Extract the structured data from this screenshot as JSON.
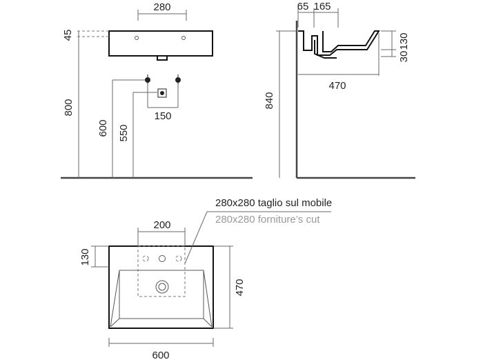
{
  "front_view": {
    "dims": {
      "width_top": "280",
      "top_offset": "45",
      "height_800": "800",
      "height_600": "600",
      "height_550": "550",
      "tap_spacing": "150"
    }
  },
  "side_view": {
    "dims": {
      "d65": "65",
      "d165": "165",
      "d130": "130",
      "d30": "30",
      "d470": "470",
      "d840": "840"
    }
  },
  "top_view": {
    "dims": {
      "d200": "200",
      "d130": "130",
      "d470": "470",
      "d600": "600"
    },
    "notes": {
      "cut_it": "280x280 taglio sul mobile",
      "cut_en": "280x280 forniture’s cut"
    }
  }
}
